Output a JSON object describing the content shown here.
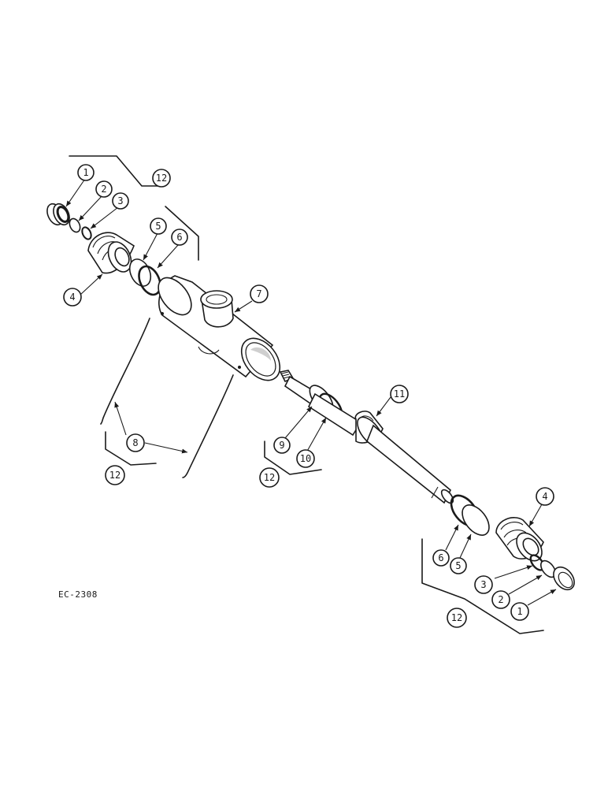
{
  "figure_id": "EC-2308",
  "callouts": {
    "c1_top": "1",
    "c2_top": "2",
    "c3_top": "3",
    "c4_top": "4",
    "c5_top": "5",
    "c6_top": "6",
    "c12_top": "12",
    "c7": "7",
    "c8": "8",
    "c12_left": "12",
    "c9": "9",
    "c10": "10",
    "c11": "11",
    "c12_mid": "12",
    "c4_bot": "4",
    "c6_bot": "6",
    "c5_bot": "5",
    "c3_bot": "3",
    "c2_bot": "2",
    "c1_bot": "1",
    "c12_bot": "12"
  }
}
